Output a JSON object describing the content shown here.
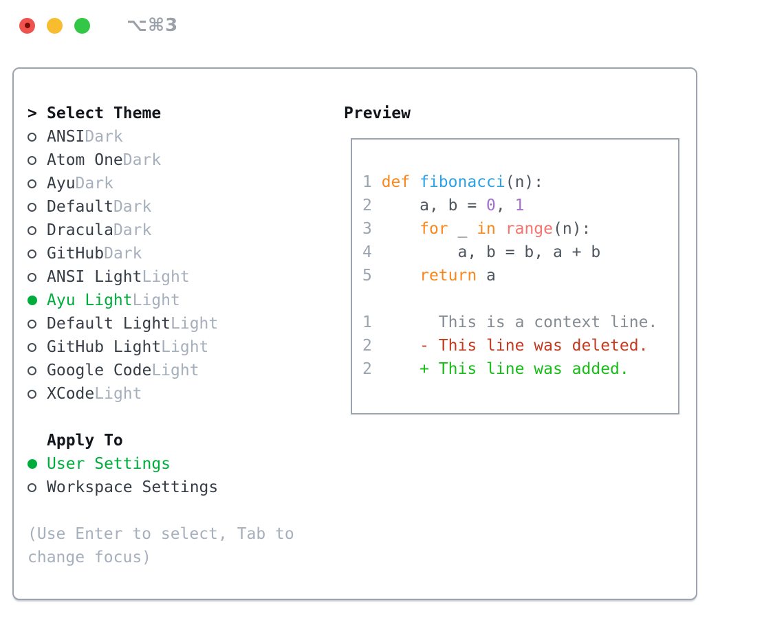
{
  "colors": {
    "heading": "#12161b",
    "text-dark": "#363d46",
    "tag": "#a6afbc",
    "accent": "#00ad3c",
    "circle": "#454d57",
    "border": "#9aa3ae",
    "shortcut": "#9aa1a8",
    "red": "#f0524d",
    "red-dot": "#7b0d06",
    "yellow": "#f7bd2f",
    "green": "#33c748",
    "kw": "#f8871e",
    "fn": "#2ba1e8",
    "num": "#a36fd1",
    "call": "#f2756f",
    "pl": "#4e565f",
    "ln": "#9aa3ae",
    "ctx": "#848b93",
    "del": "#c23a1f",
    "add": "#17be17"
  },
  "titlebar": {
    "shortcut": "⌥⌘3"
  },
  "theme_picker": {
    "prefix": ">",
    "title": "Select Theme",
    "themes": [
      {
        "name": "ANSI",
        "variant": "Dark",
        "selected": false
      },
      {
        "name": "Atom One",
        "variant": "Dark",
        "selected": false
      },
      {
        "name": "Ayu",
        "variant": "Dark",
        "selected": false
      },
      {
        "name": "Default",
        "variant": "Dark",
        "selected": false
      },
      {
        "name": "Dracula",
        "variant": "Dark",
        "selected": false
      },
      {
        "name": "GitHub",
        "variant": "Dark",
        "selected": false
      },
      {
        "name": "ANSI Light",
        "variant": "Light",
        "selected": false
      },
      {
        "name": "Ayu Light",
        "variant": "Light",
        "selected": true
      },
      {
        "name": "Default Light",
        "variant": "Light",
        "selected": false
      },
      {
        "name": "GitHub Light",
        "variant": "Light",
        "selected": false
      },
      {
        "name": "Google Code",
        "variant": "Light",
        "selected": false
      },
      {
        "name": "XCode",
        "variant": "Light",
        "selected": false
      }
    ],
    "apply_to_title": "Apply To",
    "apply_options": [
      {
        "name": "User Settings",
        "selected": true
      },
      {
        "name": "Workspace Settings",
        "selected": false
      }
    ],
    "help_text": "(Use Enter to select, Tab to\nchange focus)"
  },
  "preview": {
    "title": "Preview",
    "code_lines": [
      {
        "no": "1",
        "segs": [
          {
            "c": "kw",
            "t": "def "
          },
          {
            "c": "fn",
            "t": "fibonacci"
          },
          {
            "c": "pl",
            "t": "(n):"
          }
        ]
      },
      {
        "no": "2",
        "segs": [
          {
            "c": "pl",
            "t": "    a, b = "
          },
          {
            "c": "num",
            "t": "0"
          },
          {
            "c": "pl",
            "t": ", "
          },
          {
            "c": "num",
            "t": "1"
          }
        ]
      },
      {
        "no": "3",
        "segs": [
          {
            "c": "pl",
            "t": "    "
          },
          {
            "c": "kw",
            "t": "for"
          },
          {
            "c": "pl",
            "t": " _ "
          },
          {
            "c": "kw",
            "t": "in"
          },
          {
            "c": "pl",
            "t": " "
          },
          {
            "c": "call",
            "t": "range"
          },
          {
            "c": "pl",
            "t": "(n):"
          }
        ]
      },
      {
        "no": "4",
        "segs": [
          {
            "c": "pl",
            "t": "        a, b = b, a + b"
          }
        ]
      },
      {
        "no": "5",
        "segs": [
          {
            "c": "pl",
            "t": "    "
          },
          {
            "c": "kw",
            "t": "return"
          },
          {
            "c": "pl",
            "t": " a"
          }
        ]
      },
      {
        "no": "",
        "segs": []
      },
      {
        "no": "1",
        "segs": [
          {
            "c": "ctx",
            "t": "      This is a context line."
          }
        ]
      },
      {
        "no": "2",
        "segs": [
          {
            "c": "del",
            "t": "    - This line was deleted."
          }
        ]
      },
      {
        "no": "2",
        "segs": [
          {
            "c": "add",
            "t": "    + This line was added."
          }
        ]
      }
    ]
  }
}
